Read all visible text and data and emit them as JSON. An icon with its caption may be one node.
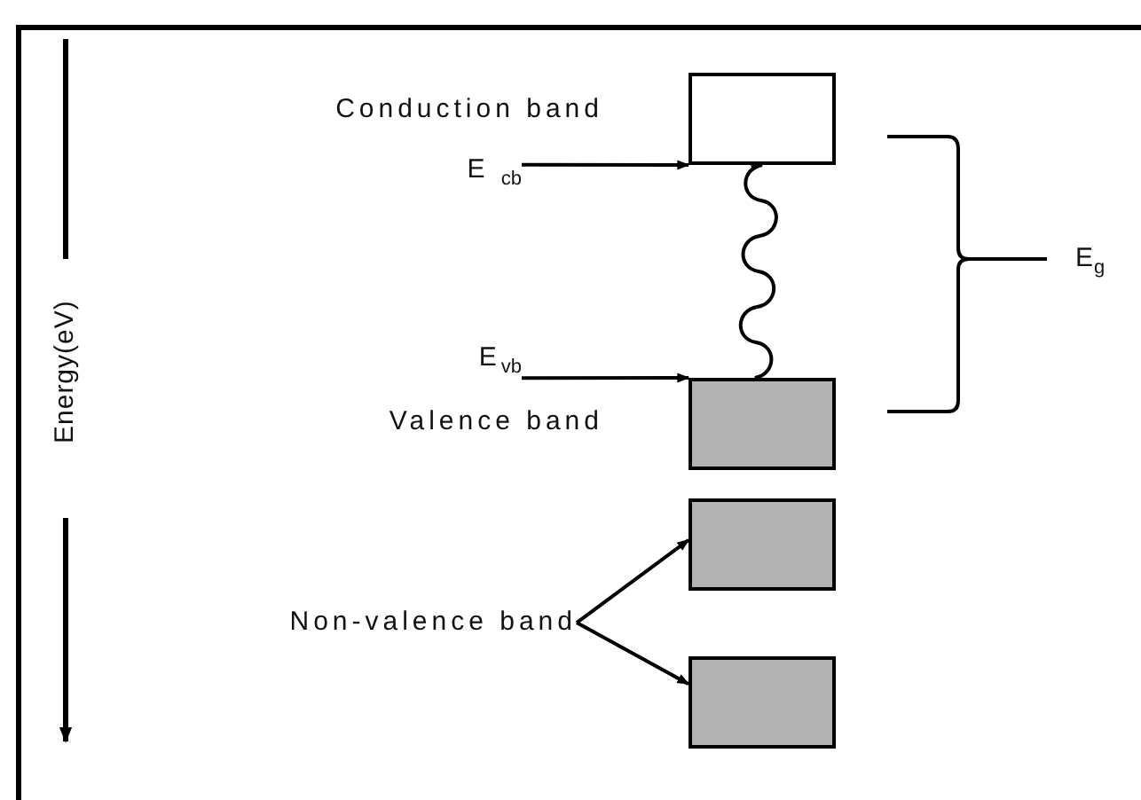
{
  "diagram": {
    "nodes": [
      {
        "text": [
          "E $_{cb}$"
        ],
        "beside": [
          "Conduction band"
        ]
      },
      {
        "text": [],
        "shape": "box"
      },
      {
        "text": [
          "E$_{vb}$"
        ],
        "beside": [
          "Valence band"
        ]
      },
      {
        "text": [],
        "shape": "box"
      },
      {
        "text": [
          "Non-valence band"
        ]
      },
      {
        "text": [],
        "shape": "box"
      },
      {
        "text": [],
        "shape": "box"
      }
    ],
    "edges": [
      {
        "from": 0,
        "to": 1,
        "arrow": "to"
      },
      {
        "from": 2,
        "to": 3,
        "arrow": "to"
      },
      {
        "from": 3,
        "to": 1,
        "arrow": "to"
      },
      {
        "from": 4,
        "to": 5,
        "arrow": "to"
      },
      {
        "from": 4,
        "to": 6,
        "arrow": "to"
      }
    ],
    "labels": [
      "Energy(eV)",
      "E$_{g}$"
    ]
  }
}
